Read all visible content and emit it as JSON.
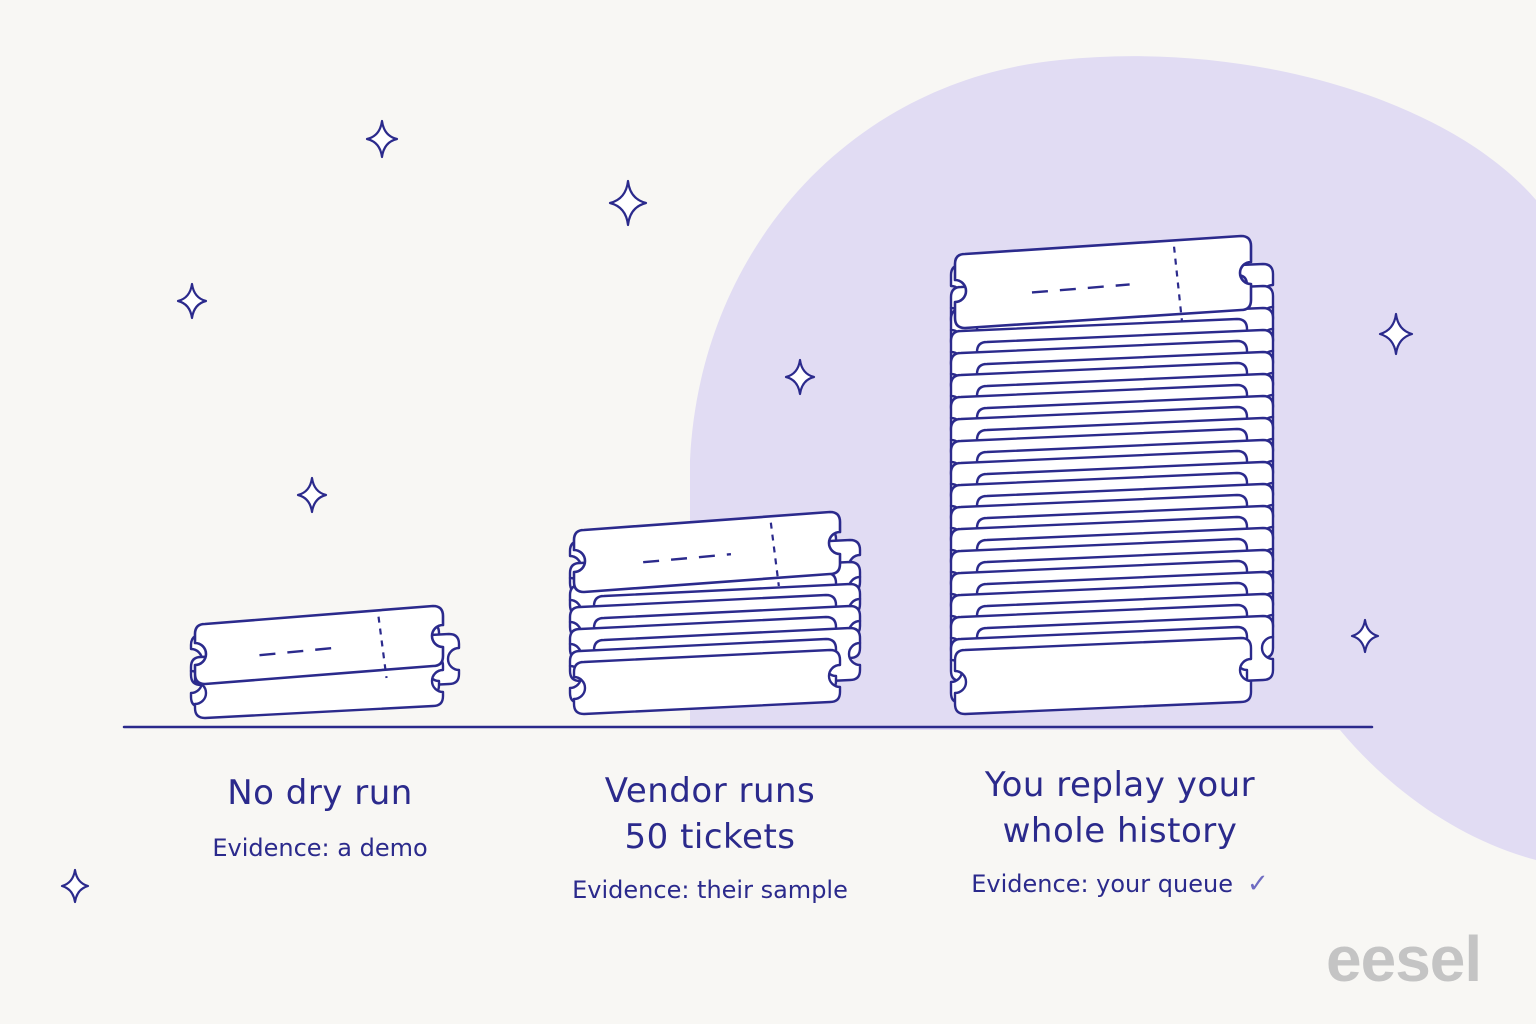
{
  "colors": {
    "ink": "#2b2a8c",
    "ticket_fill": "#ffffff",
    "blob": "#e1dcf3",
    "background": "#f8f7f4",
    "logo": "#c4c4c4"
  },
  "stacks": [
    {
      "title_lines": [
        "No dry run"
      ],
      "evidence": "Evidence: a demo",
      "check": "",
      "ticket_layers": 4
    },
    {
      "title_lines": [
        "Vendor runs",
        "50 tickets"
      ],
      "evidence": "Evidence: their sample",
      "check": "",
      "ticket_layers": 12
    },
    {
      "title_lines": [
        "You replay your",
        "whole history"
      ],
      "evidence": "Evidence: your queue",
      "check": "✓",
      "ticket_layers": 36
    }
  ],
  "decorations": {
    "sparkle_icon": "four-point-star-icon",
    "check_icon": "checkmark-icon"
  },
  "logo": "eesel"
}
